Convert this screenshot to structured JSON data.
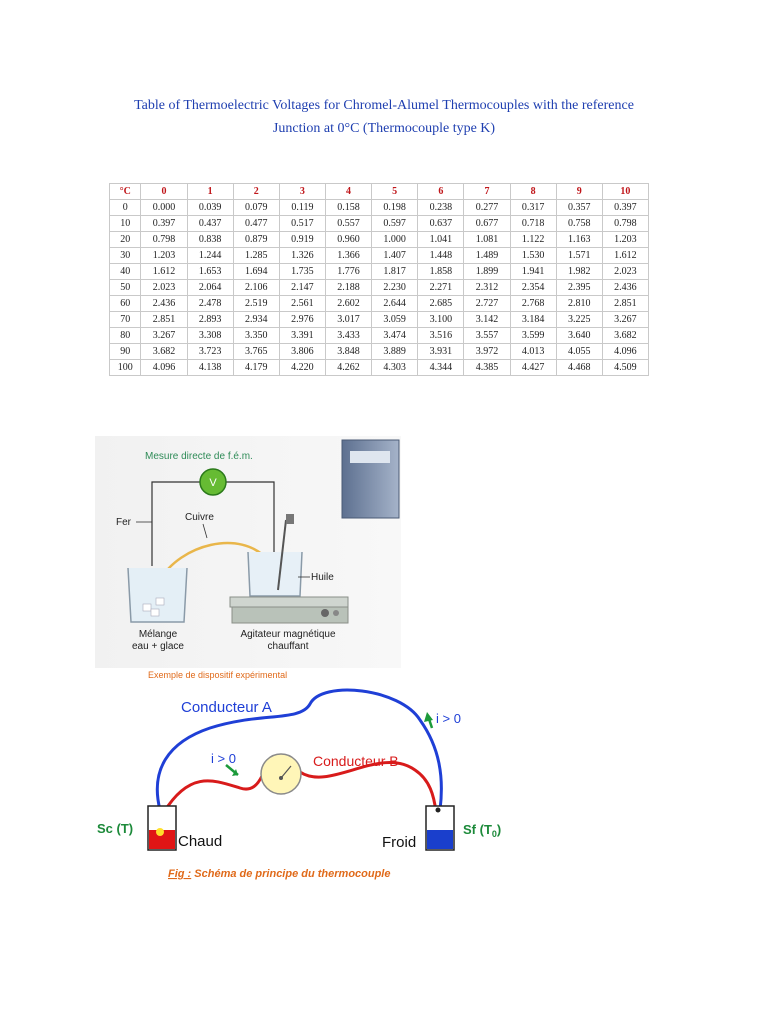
{
  "title": {
    "line1": "Table of Thermoelectric Voltages for Chromel-Alumel Thermocouples with the reference",
    "line2": "Junction at 0°C (Thermocouple type K)"
  },
  "table": {
    "headers": [
      "°C",
      "0",
      "1",
      "2",
      "3",
      "4",
      "5",
      "6",
      "7",
      "8",
      "9",
      "10"
    ],
    "rows": [
      [
        "0",
        "0.000",
        "0.039",
        "0.079",
        "0.119",
        "0.158",
        "0.198",
        "0.238",
        "0.277",
        "0.317",
        "0.357",
        "0.397"
      ],
      [
        "10",
        "0.397",
        "0.437",
        "0.477",
        "0.517",
        "0.557",
        "0.597",
        "0.637",
        "0.677",
        "0.718",
        "0.758",
        "0.798"
      ],
      [
        "20",
        "0.798",
        "0.838",
        "0.879",
        "0.919",
        "0.960",
        "1.000",
        "1.041",
        "1.081",
        "1.122",
        "1.163",
        "1.203"
      ],
      [
        "30",
        "1.203",
        "1.244",
        "1.285",
        "1.326",
        "1.366",
        "1.407",
        "1.448",
        "1.489",
        "1.530",
        "1.571",
        "1.612"
      ],
      [
        "40",
        "1.612",
        "1.653",
        "1.694",
        "1.735",
        "1.776",
        "1.817",
        "1.858",
        "1.899",
        "1.941",
        "1.982",
        "2.023"
      ],
      [
        "50",
        "2.023",
        "2.064",
        "2.106",
        "2.147",
        "2.188",
        "2.230",
        "2.271",
        "2.312",
        "2.354",
        "2.395",
        "2.436"
      ],
      [
        "60",
        "2.436",
        "2.478",
        "2.519",
        "2.561",
        "2.602",
        "2.644",
        "2.685",
        "2.727",
        "2.768",
        "2.810",
        "2.851"
      ],
      [
        "70",
        "2.851",
        "2.893",
        "2.934",
        "2.976",
        "3.017",
        "3.059",
        "3.100",
        "3.142",
        "3.184",
        "3.225",
        "3.267"
      ],
      [
        "80",
        "3.267",
        "3.308",
        "3.350",
        "3.391",
        "3.433",
        "3.474",
        "3.516",
        "3.557",
        "3.599",
        "3.640",
        "3.682"
      ],
      [
        "90",
        "3.682",
        "3.723",
        "3.765",
        "3.806",
        "3.848",
        "3.889",
        "3.931",
        "3.972",
        "4.013",
        "4.055",
        "4.096"
      ],
      [
        "100",
        "4.096",
        "4.138",
        "4.179",
        "4.220",
        "4.262",
        "4.303",
        "4.344",
        "4.385",
        "4.427",
        "4.468",
        "4.509"
      ]
    ]
  },
  "experiment": {
    "heading": "Mesure directe de f.é.m.",
    "voltmeter": "V",
    "fer": "Fer",
    "cuivre": "Cuivre",
    "huile": "Huile",
    "melange_1": "Mélange",
    "melange_2": "eau + glace",
    "agitateur_1": "Agitateur magnétique",
    "agitateur_2": "chauffant",
    "caption": "Exemple de dispositif expérimental"
  },
  "schema": {
    "conducteur_a": "Conducteur A",
    "conducteur_b": "Conducteur B",
    "current_a": "i > 0",
    "current_b": "i > 0",
    "sc": "Sc (T)",
    "chaud": "Chaud",
    "froid": "Froid",
    "sf": "Sf (T",
    "sf_sub": "0",
    "sf_close": ")",
    "caption_fig": "Fig :",
    "caption_text": " Schéma de principe du thermocouple"
  },
  "colors": {
    "title": "#1f3fb0",
    "table_header": "#c0161a",
    "conductor_a": "#1f3fd6",
    "conductor_b": "#d81b1b",
    "green_label": "#2e8b57",
    "caption": "#e06a1a"
  }
}
